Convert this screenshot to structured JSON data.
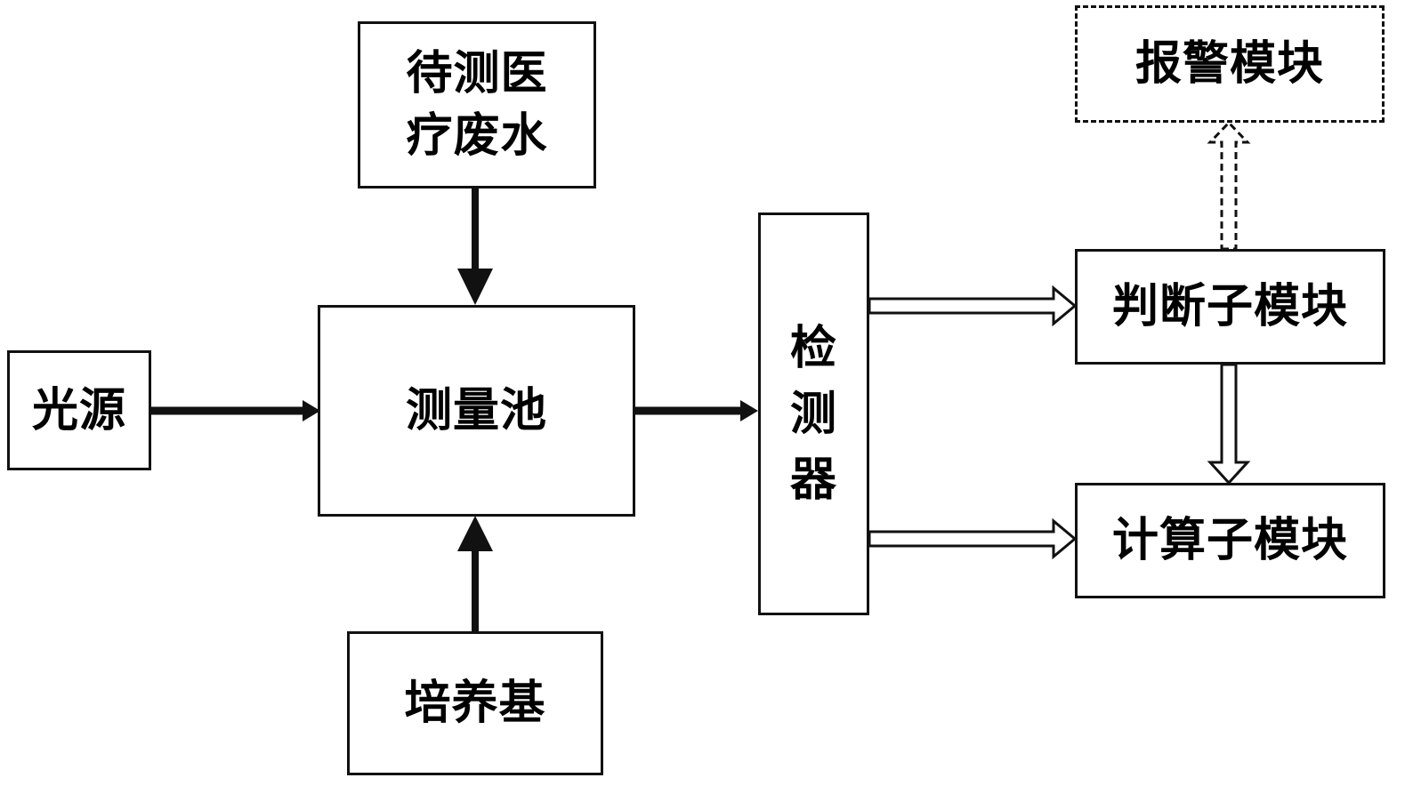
{
  "nodes": {
    "light_source": "光源",
    "wastewater": "待测医疗废水",
    "measuring_cell": "测量池",
    "culture_medium": "培养基",
    "detector": "检测器",
    "alarm_module": "报警模块",
    "judging_submodule": "判断子模块",
    "calculating_submodule": "计算子模块"
  },
  "edges": [
    {
      "from": "light_source",
      "to": "measuring_cell",
      "style": "solid"
    },
    {
      "from": "wastewater",
      "to": "measuring_cell",
      "style": "solid"
    },
    {
      "from": "culture_medium",
      "to": "measuring_cell",
      "style": "solid"
    },
    {
      "from": "measuring_cell",
      "to": "detector",
      "style": "solid"
    },
    {
      "from": "detector",
      "to": "judging_submodule",
      "style": "hollow"
    },
    {
      "from": "detector",
      "to": "calculating_submodule",
      "style": "hollow"
    },
    {
      "from": "judging_submodule",
      "to": "calculating_submodule",
      "style": "hollow"
    },
    {
      "from": "judging_submodule",
      "to": "alarm_module",
      "style": "dashed-hollow"
    }
  ],
  "colors": {
    "stroke": "#111111",
    "background": "#ffffff"
  }
}
